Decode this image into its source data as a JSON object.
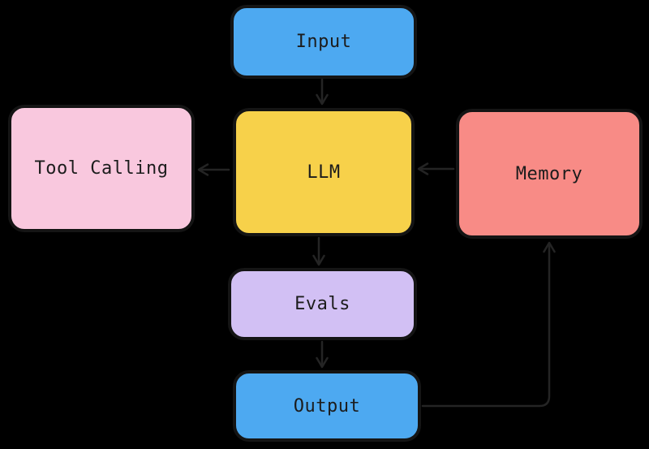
{
  "diagram": {
    "background_color": "#000000",
    "node_border_color": "#141414",
    "arrow_color": "#242424",
    "text_color": "#1c1c1c",
    "nodes": {
      "input": {
        "label": "Input",
        "fill": "#4da9f1"
      },
      "llm": {
        "label": "LLM",
        "fill": "#f7d14a"
      },
      "tool_calling": {
        "label": "Tool Calling",
        "fill": "#f9c8de"
      },
      "memory": {
        "label": "Memory",
        "fill": "#f88b86"
      },
      "evals": {
        "label": "Evals",
        "fill": "#d2c0f4"
      },
      "output": {
        "label": "Output",
        "fill": "#4da9f1"
      }
    },
    "edges": [
      {
        "from": "Input",
        "to": "LLM"
      },
      {
        "from": "LLM",
        "to": "Tool Calling"
      },
      {
        "from": "Memory",
        "to": "LLM"
      },
      {
        "from": "LLM",
        "to": "Evals"
      },
      {
        "from": "Evals",
        "to": "Output"
      },
      {
        "from": "Output",
        "to": "Memory"
      }
    ]
  }
}
